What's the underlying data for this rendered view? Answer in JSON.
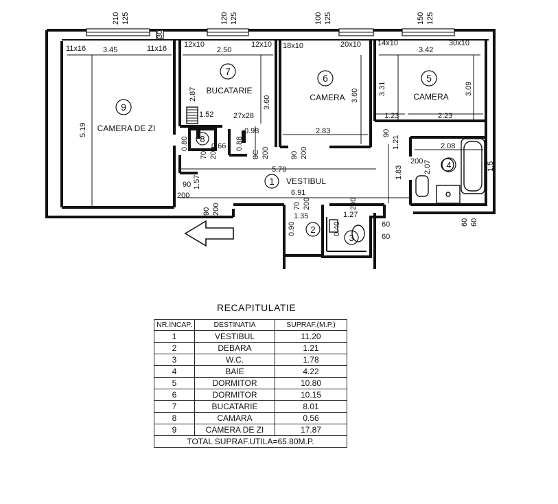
{
  "rooms": [
    {
      "num": "9",
      "name": "CAMERA DE ZI"
    },
    {
      "num": "7",
      "name": "BUCATARIE"
    },
    {
      "num": "6",
      "name": "CAMERA"
    },
    {
      "num": "5",
      "name": "CAMERA"
    },
    {
      "num": "8",
      "name": ""
    },
    {
      "num": "1",
      "name": "VESTIBUL"
    },
    {
      "num": "4",
      "name": ""
    },
    {
      "num": "2",
      "name": ""
    },
    {
      "num": "3",
      "name": ""
    }
  ],
  "dimensions": [
    "210",
    "125",
    "120",
    "125",
    "100",
    "125",
    "150",
    "125",
    "11x16",
    "3.45",
    "11x16",
    "12x10",
    "2.50",
    "12x10",
    "18x10",
    "20x10",
    "14x10",
    "3.42",
    "30x10",
    "5.19",
    "2.87",
    "3.60",
    "3.60",
    "3.31",
    "3.09",
    "1.52",
    "27x28",
    "0.98",
    "2.83",
    "1.23",
    "2.23",
    "0.80",
    "0.66",
    "0.88",
    "8C",
    "200",
    "90",
    "200",
    "90",
    "1.21",
    "2.08",
    "70",
    "200",
    "200",
    "2.07",
    "5.70",
    "1.83",
    "6.91",
    "90",
    "1.57",
    "200",
    "90",
    "200",
    "0.90",
    "1.35",
    "1.27",
    "70",
    "200",
    "200",
    "0.40",
    "60",
    "60",
    "60",
    "60",
    "1.5",
    "30"
  ],
  "recap": {
    "title": "RECAPITULATIE",
    "headers": [
      "NR.INCAP.",
      "DESTINATIA",
      "SUPRAF.(M.P.)"
    ],
    "rows": [
      [
        "1",
        "VESTIBUL",
        "11.20"
      ],
      [
        "2",
        "DEBARA",
        "1.21"
      ],
      [
        "3",
        "W.C.",
        "1.78"
      ],
      [
        "4",
        "BAIE",
        "4.22"
      ],
      [
        "5",
        "DORMITOR",
        "10.80"
      ],
      [
        "6",
        "DORMITOR",
        "10.15"
      ],
      [
        "7",
        "BUCATARIE",
        "8.01"
      ],
      [
        "8",
        "CAMARA",
        "0.56"
      ],
      [
        "9",
        "CAMERA DE ZI",
        "17.87"
      ]
    ],
    "total": "TOTAL SUPRAF.UTILA=65.80M.P."
  }
}
